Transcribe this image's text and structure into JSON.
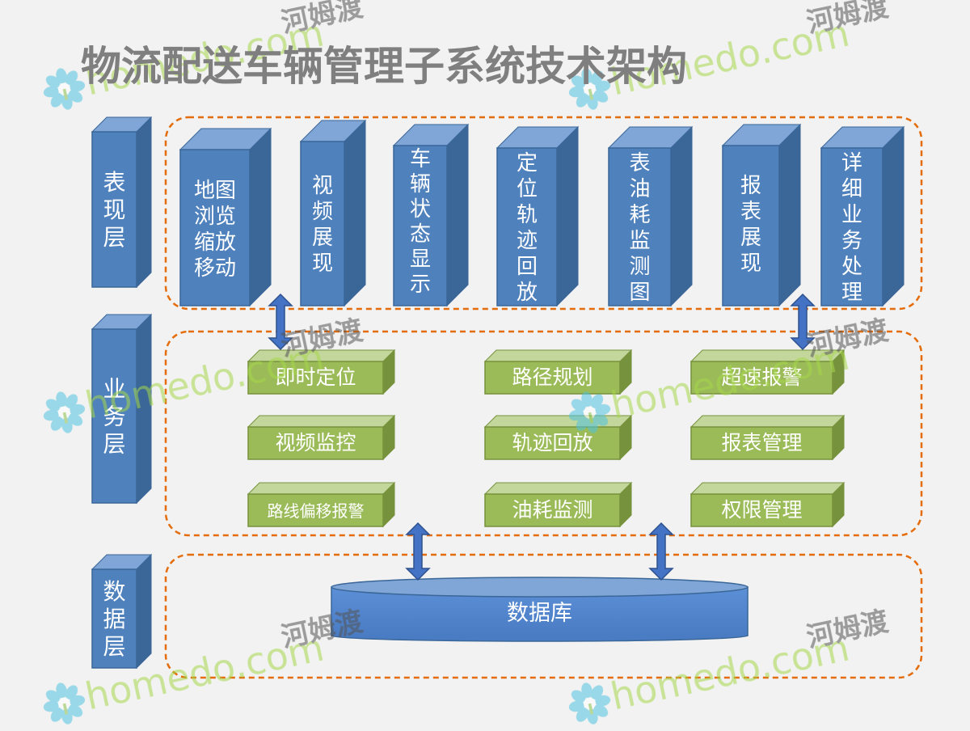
{
  "title": "物流配送车辆管理子系统技术架构",
  "colors": {
    "background": "#f2f2f2",
    "blue_front": "#4f81bd",
    "blue_side": "#3a6698",
    "blue_top": "#7fa6d6",
    "green_front": "#9bbb59",
    "green_side": "#76923c",
    "green_top": "#c3d69b",
    "dashed_border": "#e46c0a",
    "arrow": "#4472c4",
    "title": "#7f7f7f"
  },
  "layers": [
    {
      "id": "presentation",
      "label": "表现层"
    },
    {
      "id": "business",
      "label": "业务层"
    },
    {
      "id": "data",
      "label": "数据层"
    }
  ],
  "presentation_modules": [
    {
      "id": "map",
      "label": "地图浏览缩放移动"
    },
    {
      "id": "video",
      "label": "视频展现"
    },
    {
      "id": "vehicle",
      "label": "车辆状态显示"
    },
    {
      "id": "track",
      "label": "定位轨迹回放"
    },
    {
      "id": "fuel",
      "label": "表油耗监测图"
    },
    {
      "id": "report",
      "label": "报表展现"
    },
    {
      "id": "detail",
      "label": "详细业务处理"
    }
  ],
  "business_modules": [
    {
      "id": "realtime",
      "label": "即时定位"
    },
    {
      "id": "route",
      "label": "路径规划"
    },
    {
      "id": "speeding",
      "label": "超速报警"
    },
    {
      "id": "videomon",
      "label": "视频监控"
    },
    {
      "id": "playback",
      "label": "轨迹回放"
    },
    {
      "id": "reportmgmt",
      "label": "报表管理"
    },
    {
      "id": "deviation",
      "label": "路线偏移报警"
    },
    {
      "id": "fuelmon",
      "label": "油耗监测"
    },
    {
      "id": "permission",
      "label": "权限管理"
    }
  ],
  "database": {
    "label": "数据库"
  },
  "watermark": {
    "brand": "homedo.com",
    "cn": "河姆渡"
  }
}
